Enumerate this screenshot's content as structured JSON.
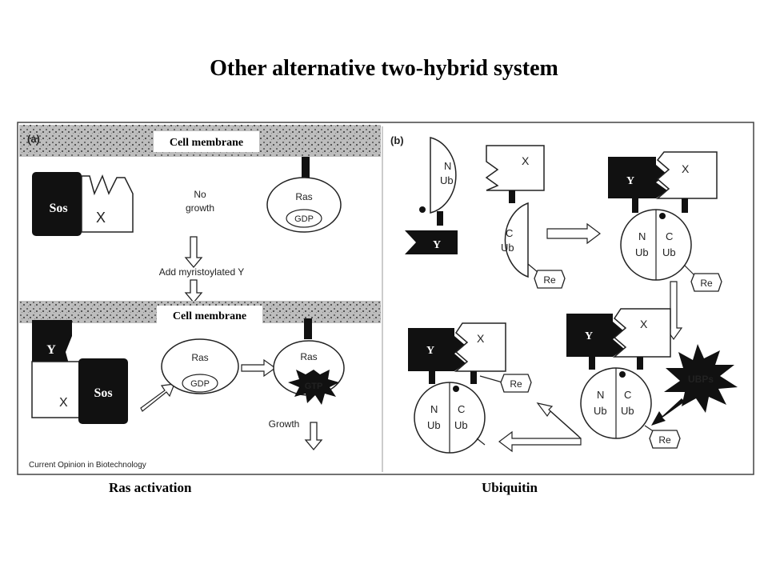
{
  "title": "Other alternative two-hybrid system",
  "captions": {
    "left": "Ras  activation",
    "right": "Ubiquitin"
  },
  "panel_a": {
    "label": "(a)",
    "membrane_top": "Cell membrane",
    "membrane_bottom": "Cell membrane",
    "sos_top": "Sos",
    "x_top": "X",
    "no_growth": [
      "No",
      "growth"
    ],
    "add_step": "Add myristoylated Y",
    "ras_top": "Ras",
    "gdp_top": "GDP",
    "y_bottom": "Y",
    "x_bottom": "X",
    "sos_bottom": "Sos",
    "ras_mid": "Ras",
    "gdp_mid": "GDP",
    "ras_right": "Ras",
    "gtp": "GTP",
    "growth": "Growth",
    "credit": "Current Opinion in Biotechnology"
  },
  "panel_b": {
    "label": "(b)",
    "n": "N",
    "c": "C",
    "ub": "Ub",
    "x": "X",
    "y": "Y",
    "re": "Re",
    "ubps": "UBPs"
  }
}
